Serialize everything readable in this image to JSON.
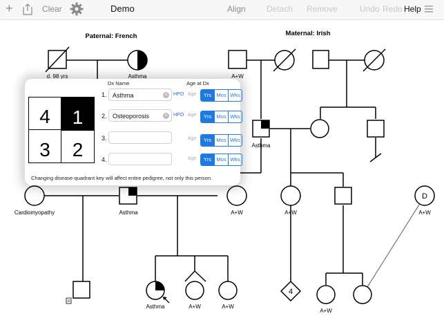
{
  "toolbar": {
    "add_icon": "plus-icon",
    "share_icon": "share-icon",
    "clear": "Clear",
    "settings_icon": "gear-icon",
    "doc_title": "Demo",
    "align": "Align",
    "detach": "Detach",
    "remove": "Remove",
    "undo": "Undo",
    "redo": "Redo",
    "help": "Help",
    "menu_icon": "hamburger-icon"
  },
  "pedigree": {
    "paternal_header": "Paternal: French",
    "maternal_header": "Maternal: Irish",
    "labels": {
      "pgf": "d. 98 yrs",
      "pgm": "Asthma",
      "mgf": "A+W",
      "mother": "Asthma",
      "cardio": "Cardiomyopathy",
      "father": "Asthma",
      "aunt": "A+W",
      "uncle": "A+W",
      "d_person": "A+W",
      "d_glyph": "D",
      "proband": "Asthma",
      "sib1": "A+W",
      "sib2": "A+W",
      "diamond_count": "4",
      "cousin": "A+W"
    }
  },
  "popup": {
    "dx_name_header": "Dx Name",
    "age_header": "Age at Dx",
    "quadrants": [
      "4",
      "1",
      "3",
      "2"
    ],
    "rows": [
      {
        "num": "1.",
        "value": "Asthma",
        "hpo": "HPO",
        "age": "Age",
        "units": [
          "Yrs",
          "Mos",
          "Wks"
        ]
      },
      {
        "num": "2.",
        "value": "Osteoporosis",
        "hpo": "HPO",
        "age": "Age",
        "units": [
          "Yrs",
          "Mos",
          "Wks"
        ]
      },
      {
        "num": "3.",
        "value": "",
        "hpo": "",
        "age": "Age",
        "units": [
          "Yrs",
          "Mos",
          "Wks"
        ]
      },
      {
        "num": "4.",
        "value": "",
        "hpo": "",
        "age": "Age",
        "units": [
          "Yrs",
          "Mos",
          "Wks"
        ]
      }
    ],
    "note": "Changing disease-quadrant key will affect entire pedigree, not only this person."
  },
  "colors": {
    "accent": "#1f7ae0",
    "hpo": "#2b5fd9"
  }
}
